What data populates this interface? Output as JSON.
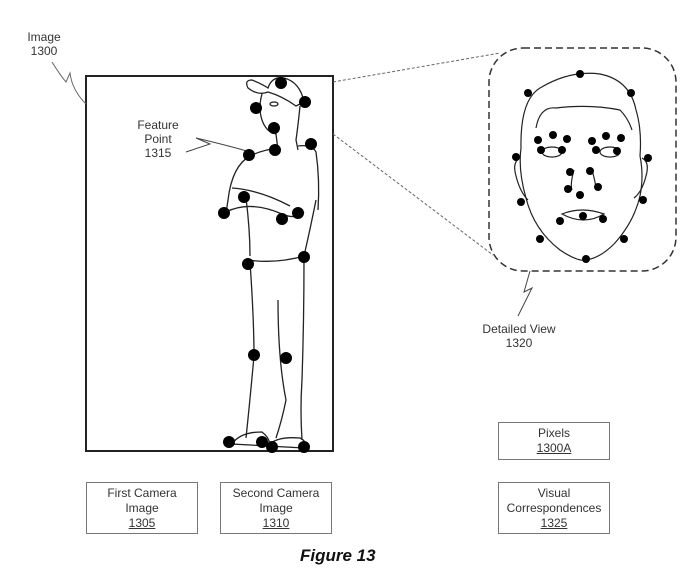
{
  "figure": {
    "caption": "Figure 13"
  },
  "labels": {
    "image": {
      "line1": "Image",
      "line2": "1300"
    },
    "feature_point": {
      "line1": "Feature",
      "line2": "Point",
      "line3": "1315"
    },
    "detailed_view": {
      "line1": "Detailed View",
      "line2": "1320"
    }
  },
  "boxes": {
    "first_camera": {
      "line1": "First Camera",
      "line2": "Image",
      "ref": "1305"
    },
    "second_camera": {
      "line1": "Second Camera",
      "line2": "Image",
      "ref": "1310"
    },
    "pixels": {
      "line1": "Pixels",
      "ref": "1300A"
    },
    "visual_correspondences": {
      "line1": "Visual",
      "line2": "Correspondences",
      "ref": "1325"
    }
  },
  "feature_point_counts": {
    "body": 21,
    "face": 27
  }
}
